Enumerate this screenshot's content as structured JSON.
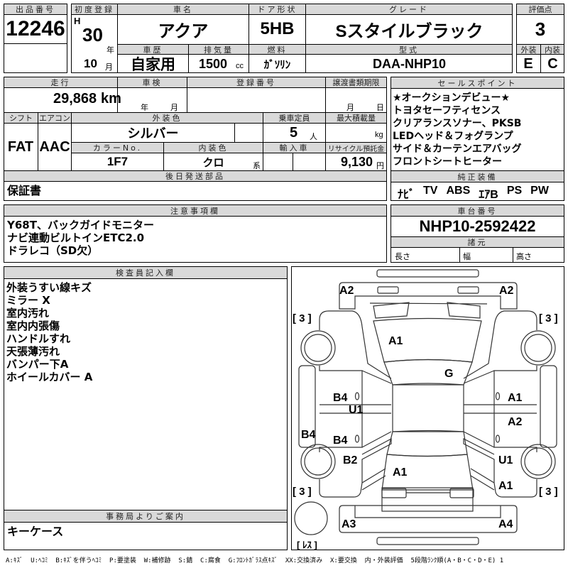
{
  "lot": {
    "label": "出品番号",
    "value": "12246"
  },
  "first_reg": {
    "label": "初度登録",
    "era": "H",
    "year": "30",
    "year_unit": "年",
    "month": "10",
    "month_unit": "月"
  },
  "car_name": {
    "label": "車名",
    "value": "アクア"
  },
  "door": {
    "label": "ドア形状",
    "value": "5HB"
  },
  "grade": {
    "label": "グレード",
    "value": "Sスタイルブラック"
  },
  "score": {
    "label": "評価点",
    "value": "3",
    "ext_label": "外装",
    "int_label": "内装",
    "ext": "E",
    "int": "C"
  },
  "history": {
    "label": "車歴",
    "value": "自家用"
  },
  "displacement": {
    "label": "排気量",
    "value": "1500",
    "unit": "cc"
  },
  "fuel": {
    "label": "燃料",
    "value": "ｶﾞｿﾘﾝ"
  },
  "model": {
    "label": "型式",
    "value": "DAA-NHP10"
  },
  "mileage": {
    "label": "走行",
    "value": "29,868",
    "unit": "km"
  },
  "inspection": {
    "label": "車検",
    "year_unit": "年",
    "month_unit": "月"
  },
  "registration": {
    "label": "登録番号"
  },
  "transfer": {
    "label": "譲渡書類期限",
    "month_unit": "月",
    "day_unit": "日"
  },
  "shift": {
    "label": "シフト",
    "value": "FAT"
  },
  "aircon": {
    "label": "エアコン",
    "value": "AAC"
  },
  "ext_color": {
    "label": "外装色",
    "value": "シルバー"
  },
  "capacity": {
    "label": "乗車定員",
    "value": "5",
    "unit": "人"
  },
  "max_load": {
    "label": "最大積載量",
    "unit": "kg"
  },
  "color_no": {
    "label": "カラーNo.",
    "value": "1F7"
  },
  "int_color": {
    "label": "内装色",
    "value": "クロ",
    "unit": "系"
  },
  "import": {
    "label": "輸入車"
  },
  "recycle": {
    "label": "リサイクル預託金",
    "value": "9,130",
    "unit": "円"
  },
  "later_parts": {
    "label": "後日発送部品",
    "value": "保証書"
  },
  "sales_points": {
    "label": "セールスポイント",
    "items": [
      "★オークションデビュー★",
      "トヨタセーフティセンス",
      "クリアランスソナー、PKSB",
      "LEDヘッド＆フォグランプ",
      "サイド＆カーテンエアバッグ",
      "フロントシートヒーター"
    ]
  },
  "equipment": {
    "label": "純正装備",
    "items": [
      "ﾅﾋﾞ",
      "TV",
      "ABS",
      "ｴｱB",
      "PS",
      "PW"
    ]
  },
  "notes": {
    "label": "注意事項欄",
    "items": [
      "Y68T、バックガイドモニター",
      "ナビ連動ビルトインETC2.0",
      "ドラレコ（SD欠）"
    ]
  },
  "chassis": {
    "label": "車台番号",
    "value": "NHP10-2592422"
  },
  "specs": {
    "label": "諸元",
    "length": "長さ",
    "width": "幅",
    "height": "高さ"
  },
  "inspector": {
    "label": "検査員記入欄",
    "items": [
      "外装うすい線キズ",
      "ミラー X",
      "室内汚れ",
      "室内内張傷",
      "ハンドルすれ",
      "天張薄汚れ",
      "バンパー下A",
      "ホイールカバー A"
    ]
  },
  "office": {
    "label": "事務局よりご案内",
    "value": "キーケース"
  },
  "diagram": {
    "marks": {
      "front_left_bumper": "A2",
      "front_right_bumper": "A2",
      "hood": "A1",
      "windshield": "G",
      "left_front_door": "B4",
      "left_sill": "U1",
      "right_front_door": "A1",
      "right_rear_door": "A2",
      "left_rocker": "B4",
      "left_rear_door": "B4",
      "left_rear_fender": "B2",
      "trunk": "A1",
      "right_rear_fender": "U1",
      "right_rear_corner": "A1",
      "rear_left_bumper": "A3",
      "rear_right_bumper": "A4"
    },
    "tires": {
      "fl": "[ 3 ]",
      "fr": "[ 3 ]",
      "rl": "[ 3 ]",
      "rr": "[ 3 ]",
      "spare": "[ ﾚｽ ]"
    }
  },
  "legend": "A:ｷｽﾞ  U:ﾍｺﾐ  B:ｷｽﾞを伴うﾍｺﾐ  P:要塗装  W:補修跡  S:錆  C:腐食  G:ﾌﾛﾝﾄｶﾞﾗｽ点ｷｽﾞ  XX:交換済み  X:要交換  内・外装評価  5段階ﾗﾝｸ順(A・B・C・D・E) 1"
}
